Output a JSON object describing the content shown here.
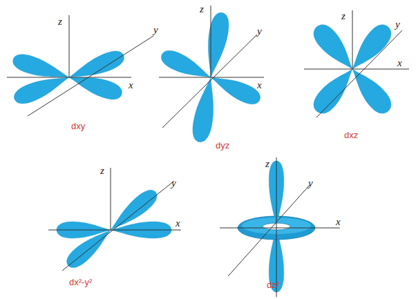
{
  "diagram": {
    "labels": [
      "z",
      "y",
      "x",
      "z",
      "y",
      "x",
      "z",
      "y",
      "x",
      "dxy",
      "dyz",
      "dxz",
      "z",
      "y",
      "x",
      "z",
      "y",
      "x",
      "dx²-y²",
      "dz²"
    ]
  }
}
